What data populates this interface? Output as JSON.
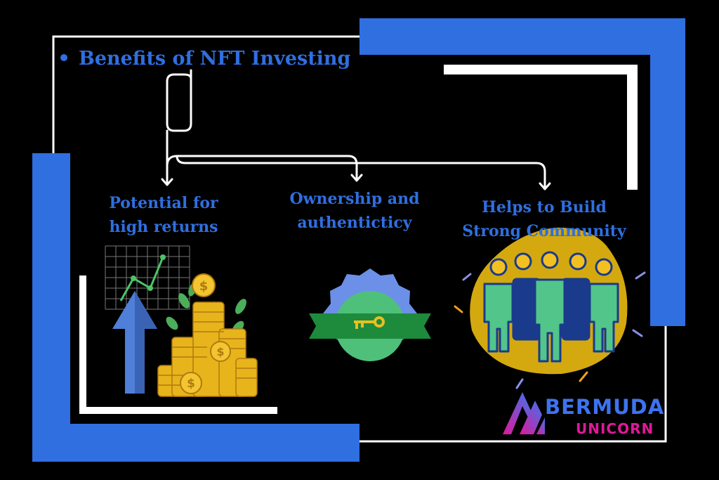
{
  "title": "Benefits of NFT Investing",
  "benefits": [
    {
      "line1": "Potential for",
      "line2": "high returns"
    },
    {
      "line1": "Ownership and",
      "line2": "authenticticy"
    },
    {
      "line1": "Helps to Build",
      "line2": "Strong Community"
    }
  ],
  "brand": {
    "name": "BERMUDA",
    "sub": "UNICORN"
  },
  "colors": {
    "blue": "#2f6fe0",
    "background": "#000000",
    "frame": "#ffffff",
    "gold": "#e8b41c",
    "green": "#4caf7a",
    "magenta": "#e0189a"
  },
  "icons": [
    "growth-chart-coins-icon",
    "key-badge-icon",
    "community-people-icon",
    "bermuda-unicorn-logo"
  ]
}
